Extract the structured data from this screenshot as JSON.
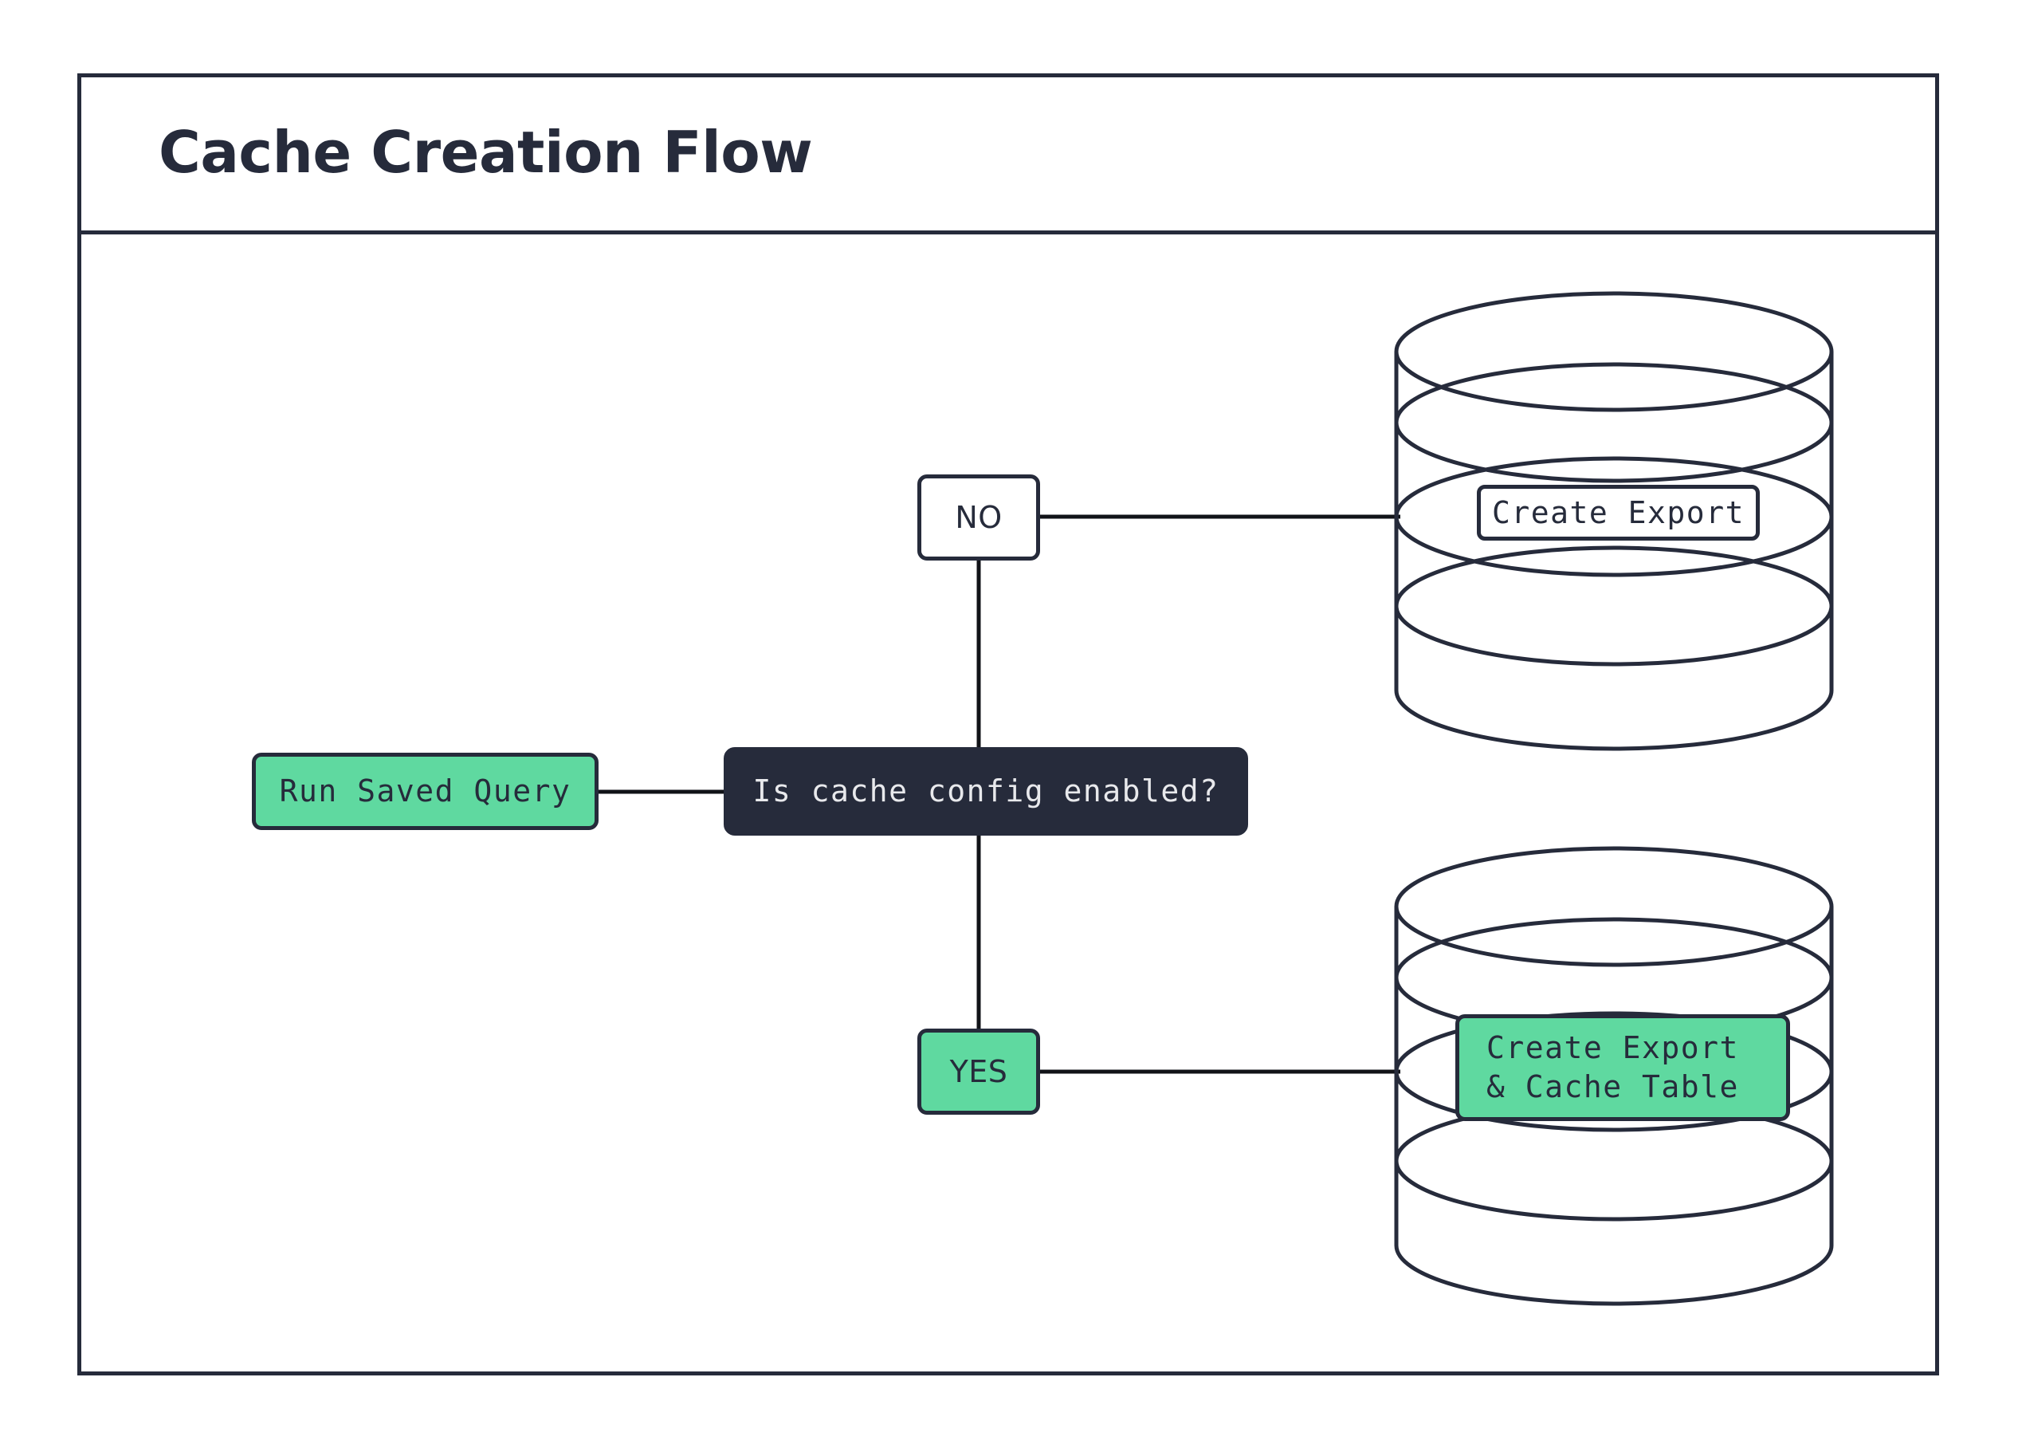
{
  "diagram": {
    "title": "Cache Creation Flow",
    "type": "flowchart",
    "orientation": "left-to-right",
    "colors": {
      "ink": "#262B3B",
      "accent_green": "#5FD9A0",
      "decision_fill": "#262B3B",
      "decision_text": "#E8E9EC",
      "canvas": "#FFFFFF"
    },
    "nodes": [
      {
        "id": "run-saved-query",
        "label": "Run Saved Query",
        "shape": "rounded-rect",
        "fill": "#5FD9A0",
        "text_color": "#262B3B"
      },
      {
        "id": "decision",
        "label": "Is cache config enabled?",
        "shape": "rounded-rect",
        "fill": "#262B3B",
        "text_color": "#E8E9EC"
      },
      {
        "id": "no",
        "label": "NO",
        "shape": "rounded-rect",
        "fill": "#FFFFFF",
        "text_color": "#262B3B"
      },
      {
        "id": "yes",
        "label": "YES",
        "shape": "rounded-rect",
        "fill": "#5FD9A0",
        "text_color": "#262B3B"
      },
      {
        "id": "create-export",
        "label": "Create Export",
        "shape": "database-cylinder-label",
        "fill": "#FFFFFF",
        "text_color": "#262B3B"
      },
      {
        "id": "create-export-cache",
        "label_line_1": "Create Export",
        "label_line_2": "& Cache Table",
        "shape": "database-cylinder-label",
        "fill": "#5FD9A0",
        "text_color": "#262B3B"
      }
    ],
    "cylinders": [
      {
        "id": "cylinder-top",
        "contains": "create-export"
      },
      {
        "id": "cylinder-bottom",
        "contains": "create-export-cache"
      }
    ],
    "edges": [
      {
        "from": "run-saved-query",
        "to": "decision",
        "label": ""
      },
      {
        "from": "decision",
        "to": "no",
        "label": ""
      },
      {
        "from": "decision",
        "to": "yes",
        "label": ""
      },
      {
        "from": "no",
        "to": "cylinder-top",
        "label": ""
      },
      {
        "from": "yes",
        "to": "cylinder-bottom",
        "label": ""
      }
    ]
  }
}
